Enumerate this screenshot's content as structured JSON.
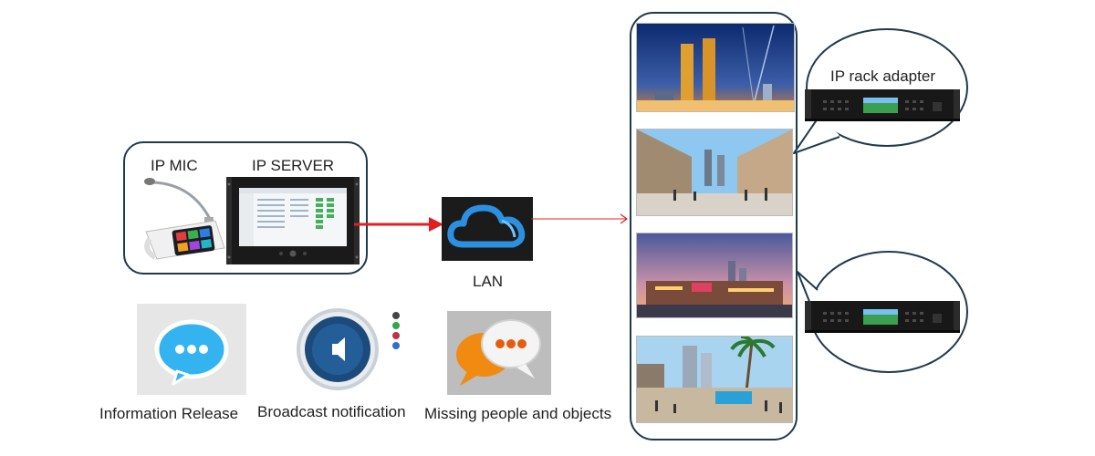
{
  "devices": {
    "ip_mic_label": "IP MIC",
    "ip_server_label": "IP SERVER",
    "lan_label": "LAN",
    "rack_adapter_label": "IP rack adapter"
  },
  "features": [
    {
      "label": "Information Release"
    },
    {
      "label": "Broadcast notification"
    },
    {
      "label": "Missing people and objects"
    }
  ],
  "colors": {
    "frame": "#1f3a4d",
    "arrow": "#e02020",
    "lan_cloud": "#2c8fe0",
    "chat_bubble": "#33b4f0"
  }
}
